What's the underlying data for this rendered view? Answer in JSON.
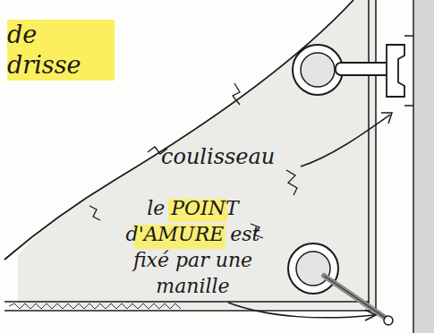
{
  "diagram": {
    "labels": [
      "de drisse",
      "coulisseau",
      "le POINT d'AMURE est fixé par une manille"
    ]
  }
}
